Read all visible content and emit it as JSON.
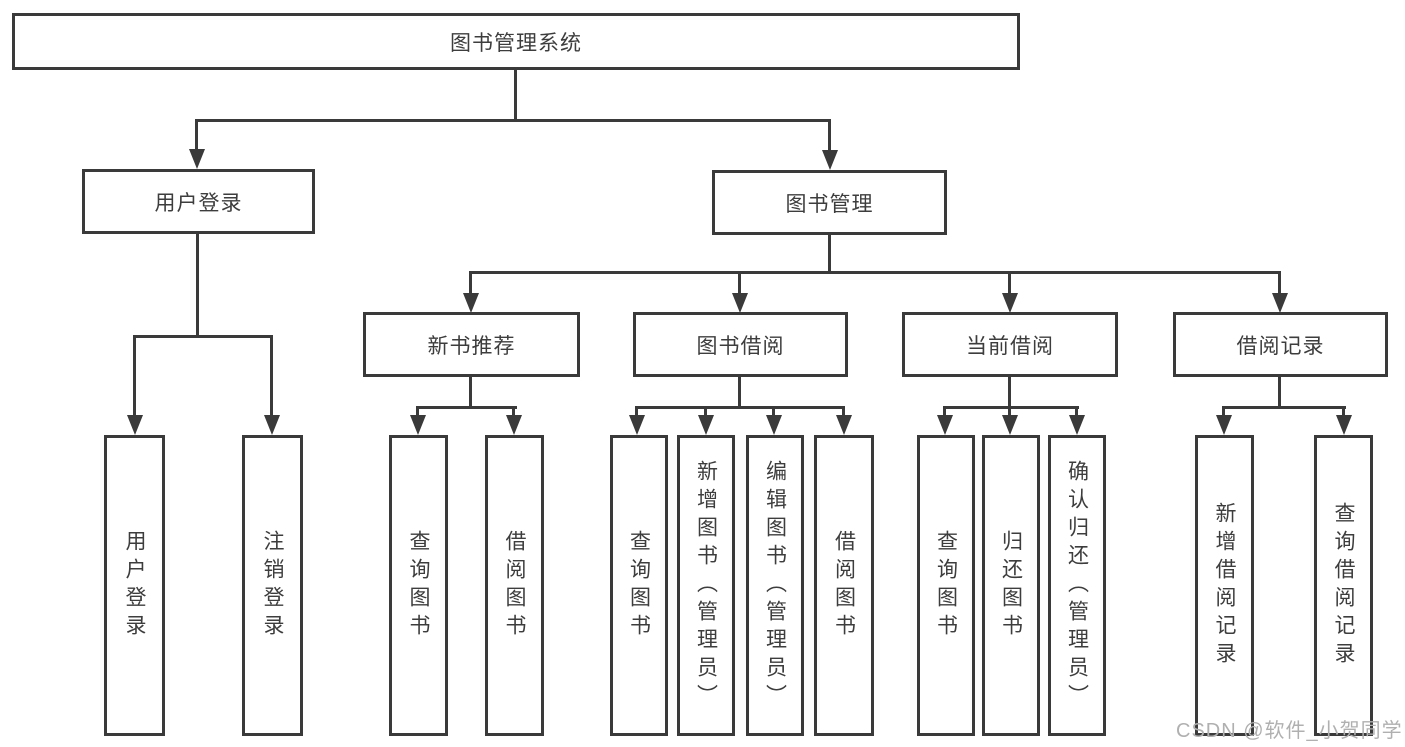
{
  "diagram": {
    "title": "图书管理系统",
    "root": {
      "label": "图书管理系统"
    },
    "level2": [
      {
        "label": "用户登录"
      },
      {
        "label": "图书管理"
      }
    ],
    "level3": [
      {
        "label": "新书推荐"
      },
      {
        "label": "图书借阅"
      },
      {
        "label": "当前借阅"
      },
      {
        "label": "借阅记录"
      }
    ],
    "leaves": {
      "user": [
        "用户登录",
        "注销登录"
      ],
      "newbook": [
        "查询图书",
        "借阅图书"
      ],
      "borrow": [
        "查询图书",
        "新增图书（管理员）",
        "编辑图书（管理员）",
        "借阅图书"
      ],
      "current": [
        "查询图书",
        "归还图书",
        "确认归还（管理员）"
      ],
      "records": [
        "新增借阅记录",
        "查询借阅记录"
      ]
    }
  },
  "watermark": "CSDN @软件_小贺同学",
  "colors": {
    "line": "#3a3a3a",
    "text": "#3d3d3d",
    "watermark": "#b0b0b0",
    "background": "#ffffff"
  }
}
